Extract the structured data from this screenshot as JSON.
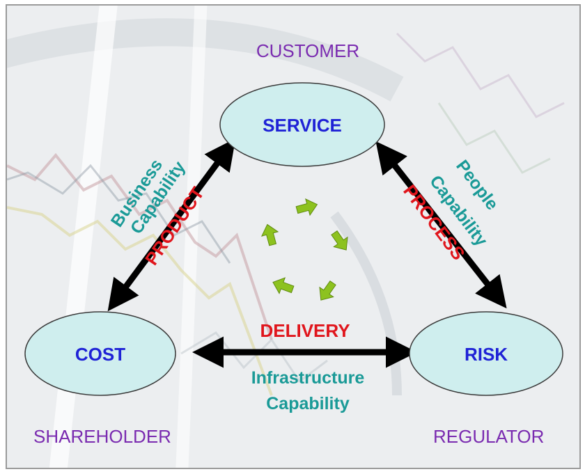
{
  "roles": {
    "top": "CUSTOMER",
    "bottom_left": "SHAREHOLDER",
    "bottom_right": "REGULATOR"
  },
  "nodes": {
    "top": "SERVICE",
    "left": "COST",
    "right": "RISK"
  },
  "edges": {
    "left": {
      "main": "PRODUCT",
      "cap_line1": "Business",
      "cap_line2": "Capability"
    },
    "right": {
      "main": "PROCESS",
      "cap_line1": "People",
      "cap_line2": "Capability"
    },
    "bottom": {
      "main": "DELIVERY",
      "cap_line1": "Infrastructure",
      "cap_line2": "Capability"
    }
  },
  "colors": {
    "role_text": "#7a2bb0",
    "node_fill": "#cfeeee",
    "node_text": "#1f22d6",
    "main_label": "#e0151c",
    "capability_label": "#1a9a97",
    "arrow": "#000000",
    "cycle_arrow": "#8dc21f"
  }
}
